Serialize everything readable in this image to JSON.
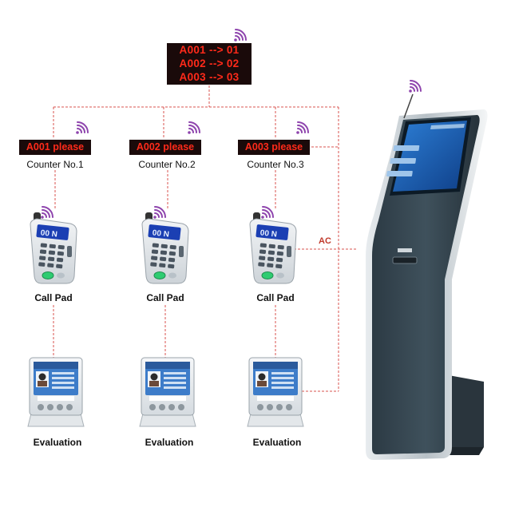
{
  "main_display": {
    "lines": [
      "A001 --> 01",
      "A002 --> 02",
      "A003 --> 03"
    ]
  },
  "counters": [
    {
      "display": "A001 please",
      "label": "Counter No.1",
      "pad_label": "Call Pad",
      "eval_label": "Evaluation"
    },
    {
      "display": "A002 please",
      "label": "Counter No.2",
      "pad_label": "Call Pad",
      "eval_label": "Evaluation"
    },
    {
      "display": "A003 please",
      "label": "Counter No.3",
      "pad_label": "Call Pad",
      "eval_label": "Evaluation"
    }
  ],
  "pad_screen_text": "00 N",
  "ac_label": "AC",
  "colors": {
    "led_text": "#ff2a1a",
    "led_bg": "#1a0a0a",
    "connector": "#d9534f",
    "wifi": "#8e44ad",
    "kiosk_body": "#3a4a55",
    "kiosk_screen": "#1e5aa8"
  },
  "icons": [
    "wifi-signal-icon",
    "antenna-icon"
  ]
}
